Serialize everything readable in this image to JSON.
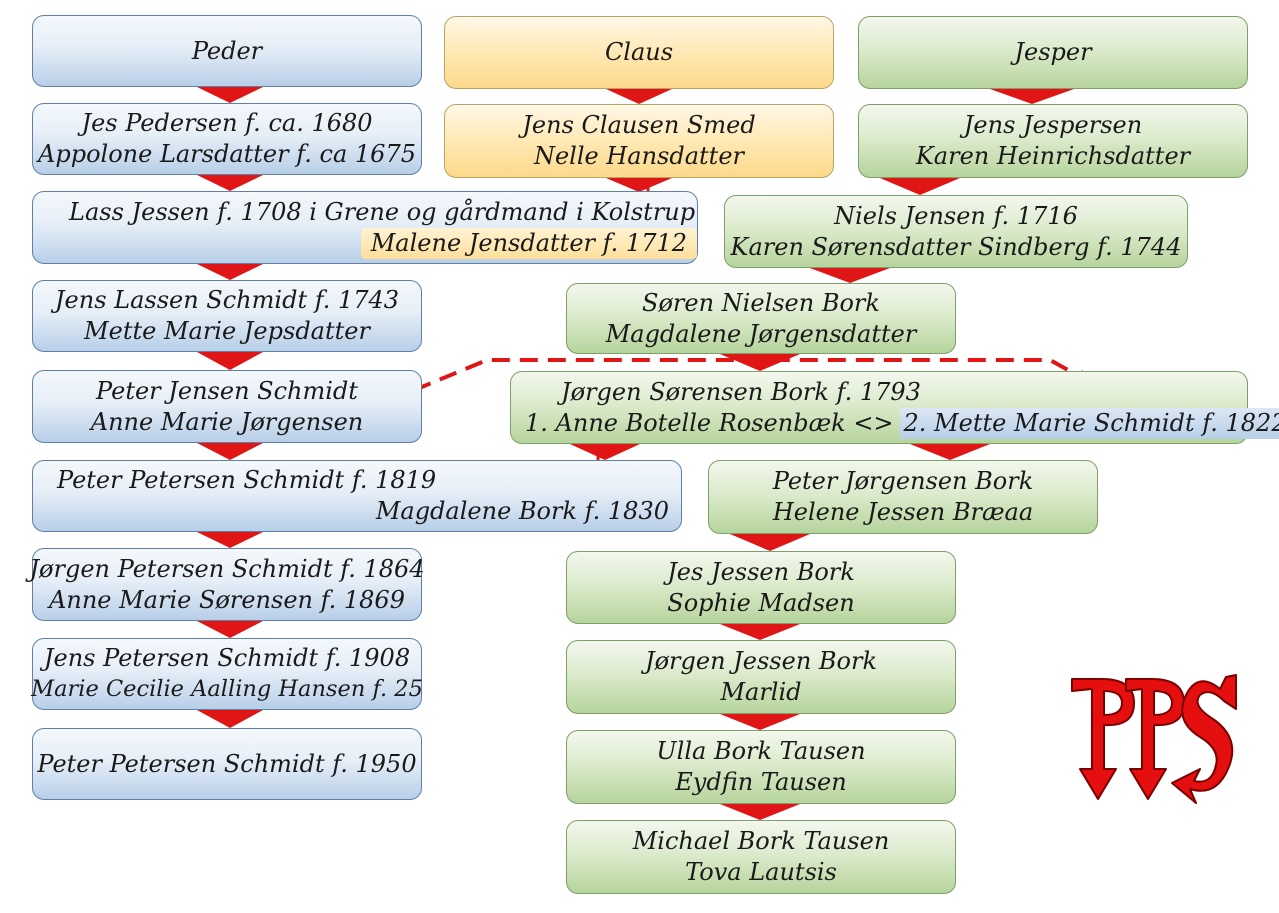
{
  "columns": {
    "peder": {
      "header": "Peder",
      "boxes": [
        {
          "line1": "Jes Pedersen f. ca. 1680",
          "line2": "Appolone Larsdatter f.  ca 1675"
        },
        {
          "line1": "Lass Jessen f. 1708 i Grene og gårdmand i Kolstrup",
          "line2": "Malene Jensdatter f. 1712"
        },
        {
          "line1": "Jens Lassen Schmidt f. 1743",
          "line2": "Mette Marie Jepsdatter"
        },
        {
          "line1": "Peter Jensen Schmidt",
          "line2": "Anne Marie Jørgensen"
        },
        {
          "line1": "Peter Petersen Schmidt f. 1819",
          "line2": "Magdalene Bork f. 1830"
        },
        {
          "line1": "Jørgen Petersen Schmidt f. 1864",
          "line2": "Anne Marie Sørensen f. 1869"
        },
        {
          "line1": "Jens Petersen Schmidt f. 1908",
          "line2": "Marie Cecilie Aalling Hansen f. 25"
        },
        {
          "line1": "Peter Petersen Schmidt f. 1950"
        }
      ]
    },
    "claus": {
      "header": "Claus",
      "boxes": [
        {
          "line1": "Jens Clausen Smed",
          "line2": "Nelle Hansdatter"
        }
      ]
    },
    "jesper": {
      "header": "Jesper",
      "boxes": [
        {
          "line1": "Jens Jespersen",
          "line2": "Karen Heinrichsdatter"
        },
        {
          "line1": "Niels Jensen f. 1716",
          "line2": "Karen Sørensdatter Sindberg f. 1744"
        },
        {
          "line1": "Søren Nielsen Bork",
          "line2": "Magdalene Jørgensdatter"
        },
        {
          "line1": "Jørgen Sørensen Bork f. 1793",
          "line2a": "1. Anne Botelle Rosenbæk  <>",
          "line2b": "2. Mette Marie Schmidt f. 1822"
        },
        {
          "line1": "Peter Jørgensen Bork",
          "line2": "Helene Jessen Bræaa"
        },
        {
          "line1": "Jes Jessen Bork",
          "line2": "Sophie Madsen"
        },
        {
          "line1": "Jørgen Jessen Bork",
          "line2": "Marlid"
        },
        {
          "line1": "Ulla Bork Tausen",
          "line2": "Eydfin Tausen"
        },
        {
          "line1": "Michael Bork Tausen",
          "line2": "Tova Lautsis"
        }
      ]
    }
  },
  "logo": {
    "text": "PPS"
  },
  "colors": {
    "arrow": "#e01515",
    "blue_box": "#b7cfe8",
    "yellow_box": "#fdd98a",
    "green_box": "#b6d49c"
  }
}
